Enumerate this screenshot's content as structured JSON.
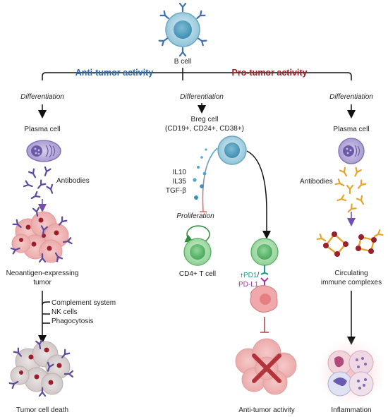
{
  "top": {
    "b_cell": "B cell"
  },
  "branches": {
    "anti": {
      "title": "Anti-tumor activity",
      "color": "#2f68b3"
    },
    "pro": {
      "title": "Pro-tumor activity",
      "color": "#9b2226"
    }
  },
  "left": {
    "differentiation": "Differentiation",
    "plasma_cell": "Plasma cell",
    "antibodies": "Antibodies",
    "tumor_line1": "Neoantigen-expressing",
    "tumor_line2": "tumor",
    "mech_1": "Complement system",
    "mech_2": "NK cells",
    "mech_3": "Phagocytosis",
    "outcome": "Tumor cell death"
  },
  "middle": {
    "differentiation": "Differentiation",
    "breg_line1": "Breg cell",
    "breg_line2": "(CD19+, CD24+, CD38+)",
    "il10": "IL10",
    "il35": "IL35",
    "tgfb": "TGF-β",
    "proliferation": "Proliferation",
    "cd4": "CD4+ T cell",
    "pd1_arrow": "↑",
    "pd1": "PD1",
    "slash": "/",
    "pdl1": "PD-L1",
    "outcome": "Anti-tumor activity",
    "pd1_color": "#1a9c8c",
    "pdl1_color": "#a4389b"
  },
  "right": {
    "differentiation": "Differentiation",
    "plasma_cell": "Plasma cell",
    "antibodies": "Antibodies",
    "complex_line1": "Circulating",
    "complex_line2": "immune complexes",
    "outcome": "Inflammation"
  }
}
